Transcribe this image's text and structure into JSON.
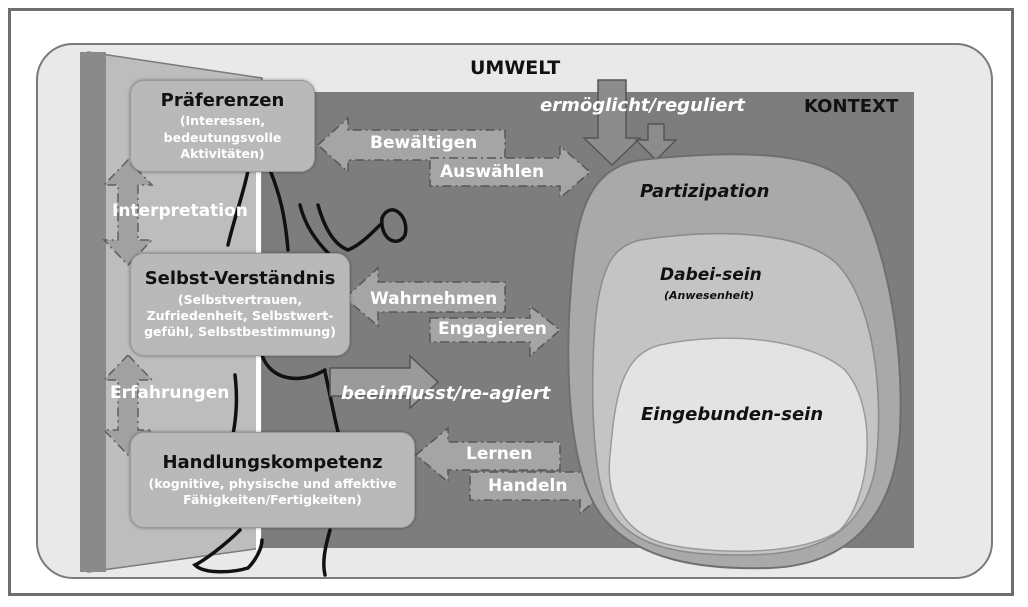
{
  "environment": {
    "umwelt": "UMWELT",
    "kontext": "KONTEXT",
    "ermoeglicht": "ermöglicht/reguliert",
    "beeinflusst": "beeinflusst/re-agiert"
  },
  "person": {
    "praeferenzen": {
      "title": "Präferenzen",
      "subtitle": "(Interessen, bedeutungsvolle Aktivitäten)"
    },
    "selbst": {
      "title": "Selbst-Verständnis",
      "subtitle": "(Selbstvertrauen, Zufriedenheit, Selbstwert-gefühl, Selbstbestimmung)"
    },
    "handlung": {
      "title": "Handlungskompetenz",
      "subtitle": "(kognitive, physische und affektive Fähigkeiten/Fertigkeiten)"
    },
    "interpretation": "Interpretation",
    "erfahrungen": "Erfahrungen"
  },
  "processes": {
    "bewaeltigen": "Bewältigen",
    "auswaehlen": "Auswählen",
    "wahrnehmen": "Wahrnehmen",
    "engagieren": "Engagieren",
    "lernen": "Lernen",
    "handeln": "Handeln"
  },
  "participation": {
    "partizipation": "Partizipation",
    "dabei": "Dabei-sein",
    "anwesenheit": "(Anwesenheit)",
    "eingebunden": "Eingebunden-sein"
  }
}
